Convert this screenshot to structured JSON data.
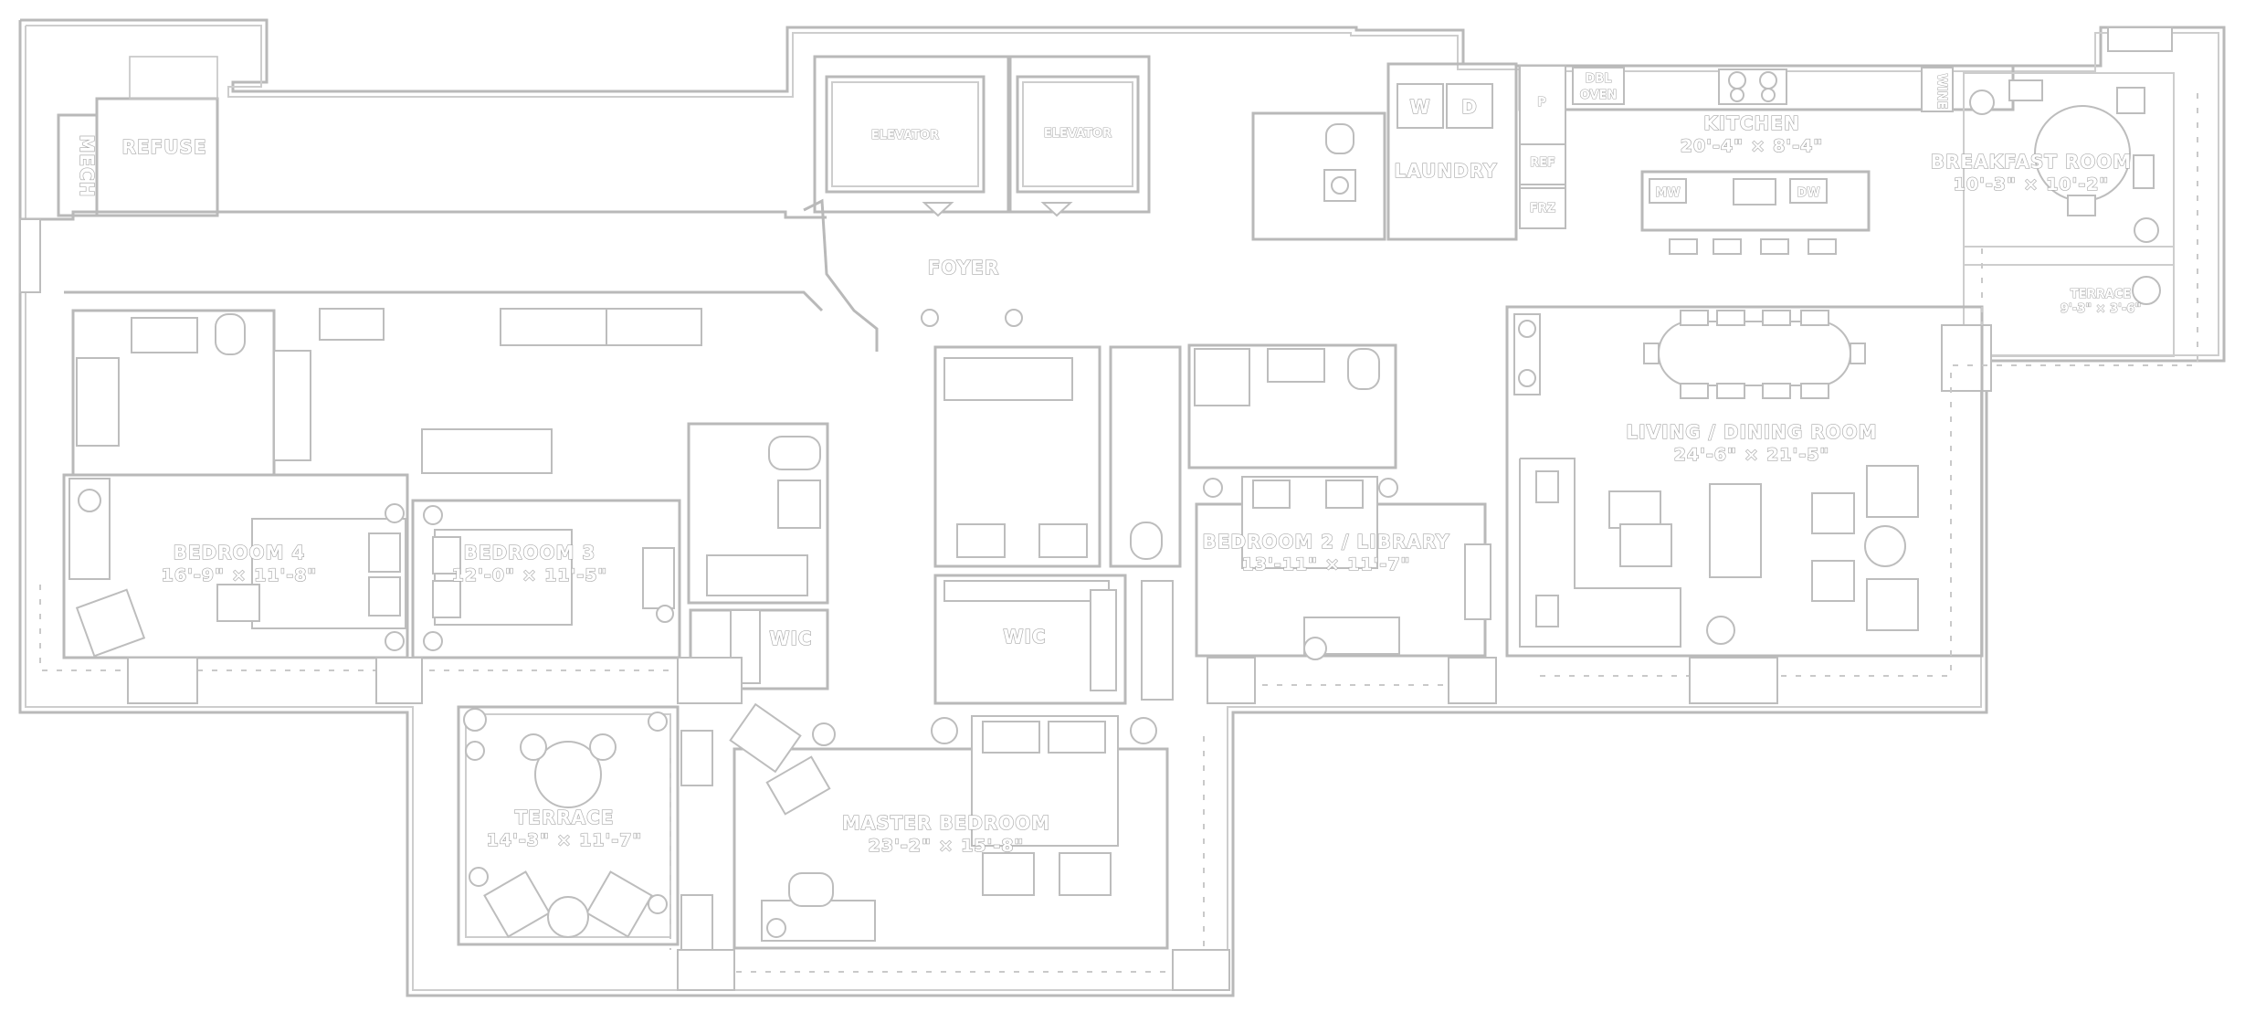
{
  "rooms": {
    "refuse": {
      "name": "REFUSE"
    },
    "mech": {
      "name": "MECH"
    },
    "elevator_left": {
      "name": "ELEVATOR"
    },
    "elevator_right": {
      "name": "ELEVATOR"
    },
    "foyer": {
      "name": "FOYER"
    },
    "laundry": {
      "name": "LAUNDRY"
    },
    "kitchen": {
      "name": "KITCHEN",
      "dims": "20'-4\" × 8'-4\""
    },
    "breakfast_room": {
      "name": "BREAKFAST ROOM",
      "dims": "10'-3\" × 10'-2\""
    },
    "terrace_small": {
      "name": "TERRACE",
      "dims": "9'-3\" × 3'-6\""
    },
    "living_dining": {
      "name": "LIVING / DINING ROOM",
      "dims": "24'-6\" × 21'-5\""
    },
    "bedroom4": {
      "name": "BEDROOM 4",
      "dims": "16'-9\" × 11'-8\""
    },
    "bedroom3": {
      "name": "BEDROOM 3",
      "dims": "12'-0\" × 11'-5\""
    },
    "wic_left": {
      "name": "WIC"
    },
    "wic_center": {
      "name": "WIC"
    },
    "bedroom2": {
      "name": "BEDROOM 2 / LIBRARY",
      "dims": "13'-11\" × 11'-7\""
    },
    "terrace_large": {
      "name": "TERRACE",
      "dims": "14'-3\" × 11'-7\""
    },
    "master_bedroom": {
      "name": "MASTER BEDROOM",
      "dims": "23'-2\" × 15'-8\""
    }
  },
  "appliances": {
    "washer": "W",
    "dryer": "D",
    "dbl_oven_line1": "DBL",
    "dbl_oven_line2": "OVEN",
    "pantry": "P",
    "ref": "REF",
    "frz": "FRZ",
    "mw": "MW",
    "dw": "DW",
    "wine": "WINE"
  }
}
